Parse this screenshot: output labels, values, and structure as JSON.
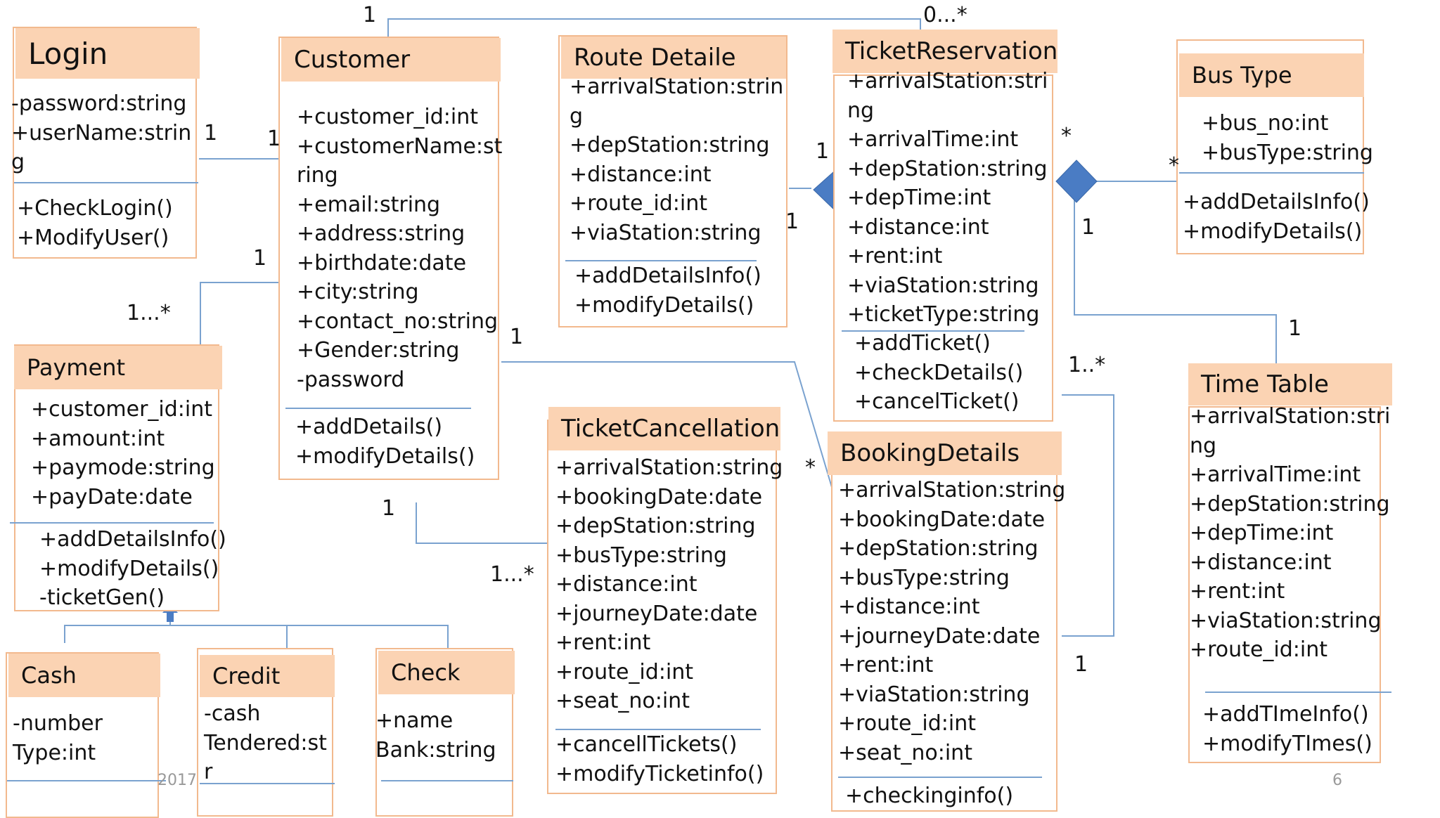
{
  "classes": {
    "login": {
      "name": "Login",
      "attributes": [
        "-password:string",
        "+userName:strin",
        "g"
      ],
      "methods": [
        "+CheckLogin()",
        "+ModifyUser()"
      ]
    },
    "customer": {
      "name": "Customer",
      "attributes": [
        "+customer_id:int",
        "+customerName:st",
        "ring",
        "+email:string",
        "+address:string",
        "+birthdate:date",
        "+city:string",
        "+contact_no:string",
        "+Gender:string",
        "-password"
      ],
      "methods": [
        "+addDetails()",
        "+modifyDetails()"
      ]
    },
    "route": {
      "name": "Route Detaile",
      "attributes": [
        "+arrivalStation:strin",
        "g",
        "+depStation:string",
        "+distance:int",
        "+route_id:int",
        "+viaStation:string"
      ],
      "methods": [
        "+addDetailsInfo()",
        "+modifyDetails()"
      ]
    },
    "reservation": {
      "name": "TicketReservation",
      "attributes": [
        "+arrivalStation:stri",
        "ng",
        "+arrivalTime:int",
        "+depStation:string",
        "+depTime:int",
        "+distance:int",
        "+rent:int",
        "+viaStation:string",
        "+ticketType:string"
      ],
      "methods": [
        "+addTicket()",
        "+checkDetails()",
        "+cancelTicket()"
      ]
    },
    "bustype": {
      "name": "Bus Type",
      "attributes": [
        "+bus_no:int",
        "+busType:string"
      ],
      "methods": [
        "+addDetailsInfo()",
        "+modifyDetails()"
      ]
    },
    "payment": {
      "name": "Payment",
      "attributes": [
        "+customer_id:int",
        "+amount:int",
        "+paymode:string",
        "+payDate:date"
      ],
      "methods": [
        "+addDetailsInfo()",
        "+modifyDetails()",
        "-ticketGen()"
      ]
    },
    "cancellation": {
      "name": "TicketCancellation",
      "attributes": [
        "+arrivalStation:string",
        "+bookingDate:date",
        "+depStation:string",
        "+busType:string",
        "+distance:int",
        "+journeyDate:date",
        "+rent:int",
        "+route_id:int",
        "+seat_no:int"
      ],
      "methods": [
        "+cancellTickets()",
        "+modifyTicketinfo()"
      ]
    },
    "booking": {
      "name": "BookingDetails",
      "attributes": [
        "+arrivalStation:string",
        "+bookingDate:date",
        "+depStation:string",
        "+busType:string",
        "+distance:int",
        "+journeyDate:date",
        "+rent:int",
        "+viaStation:string",
        "+route_id:int",
        "+seat_no:int"
      ],
      "methods": [
        "+checkinginfo()"
      ]
    },
    "timetable": {
      "name": "Time Table",
      "attributes": [
        "+arrivalStation:stri",
        "ng",
        "+arrivalTime:int",
        "+depStation:string",
        "+depTime:int",
        "+distance:int",
        "+rent:int",
        "+viaStation:string",
        "+route_id:int"
      ],
      "methods": [
        "+addTImeInfo()",
        "+modifyTImes()"
      ]
    },
    "cash": {
      "name": "Cash",
      "attributes": [
        "-number",
        "Type:int"
      ],
      "methods": []
    },
    "credit": {
      "name": "Credit",
      "attributes": [
        "-cash",
        "Tendered:st",
        "r"
      ],
      "methods": []
    },
    "check": {
      "name": "Check",
      "attributes": [
        "+name",
        "Bank:string"
      ],
      "methods": []
    }
  },
  "multiplicities": {
    "top_left": "1",
    "top_right": "0...*",
    "login_right": "1",
    "customer_left": "1",
    "customer_payment_top": "1",
    "payment_top": "1...*",
    "customer_booking": "1",
    "customer_bottom": "1",
    "cancellation_left": "1...*",
    "route_diamond_top": "1",
    "route_diamond_bottom": "1",
    "res_right_top": "*",
    "bustype_left": "*",
    "res_right_bottom": "1",
    "timetable_top": "1",
    "res_booking": "1..*",
    "booking_left": "*",
    "booking_right": "1"
  },
  "footer": {
    "date_fragment": "2017",
    "page_number": "6"
  }
}
